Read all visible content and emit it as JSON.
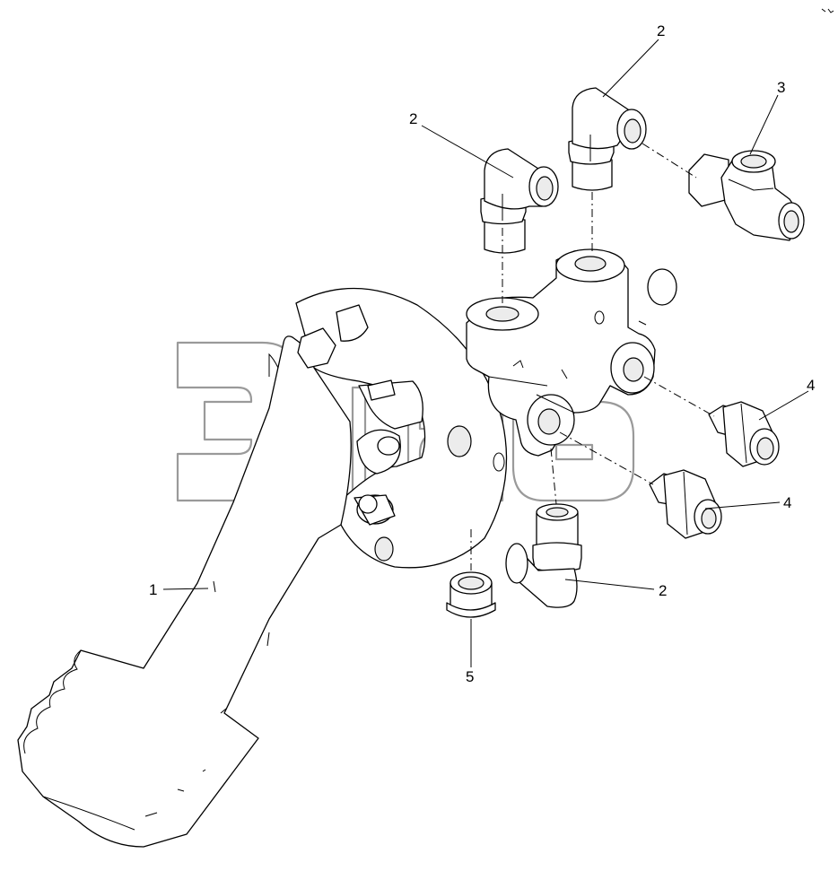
{
  "diagram": {
    "type": "exploded parts diagram",
    "callouts": {
      "pedal": "1",
      "elbow_left": "2",
      "elbow_top": "2",
      "tee": "3",
      "nut_upper": "4",
      "nut_lower": "4",
      "elbow_bottom": "2",
      "bushing": "5"
    },
    "watermark": {
      "logo_text": "Эпаб",
      "trademark": "TM",
      "color": "#9a9a9a"
    },
    "colors": {
      "line": "#000000",
      "background": "#ffffff"
    }
  }
}
